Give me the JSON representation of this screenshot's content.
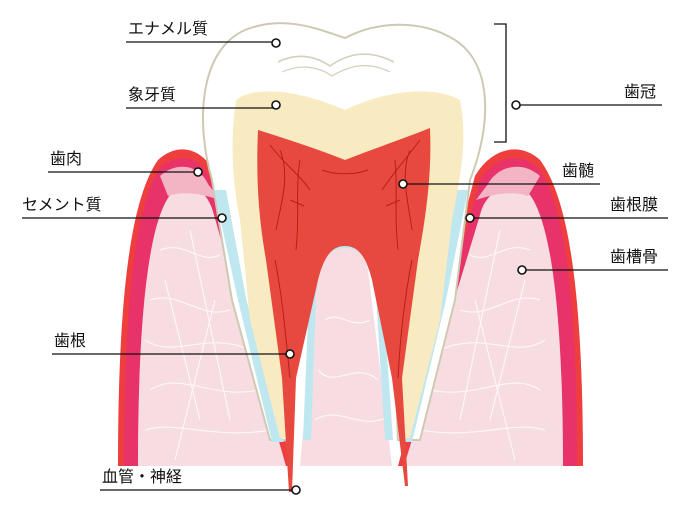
{
  "labels": {
    "enamel": "エナメル質",
    "dentin": "象牙質",
    "gingiva": "歯肉",
    "cementum": "セメント質",
    "root": "歯根",
    "vessels_nerves": "血管・神経",
    "crown": "歯冠",
    "pulp": "歯髄",
    "periodontal_ligament": "歯根膜",
    "alveolar_bone": "歯槽骨"
  },
  "colors": {
    "enamel": "#ffffff",
    "enamel_outline": "#cfc9b4",
    "dentin": "#f8ebc1",
    "pulp": "#e8493f",
    "pulp_vessels": "#b5201a",
    "gingiva": "#e8336a",
    "gingiva_light": "#f3b5c3",
    "bone": "#f7dde2",
    "bone_fibers": "#ffffff",
    "ligament": "#bfe7f0",
    "outer_edge": "#ee3e3e"
  }
}
